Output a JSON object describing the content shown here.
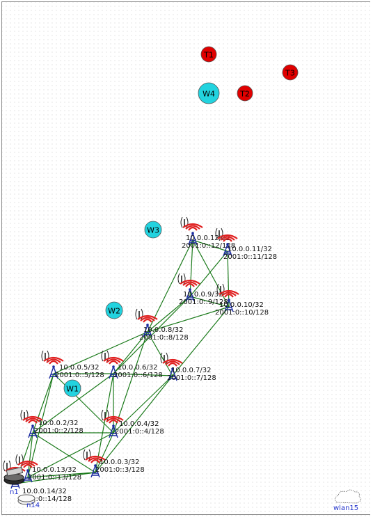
{
  "colors": {
    "link": "#1a7a1a",
    "red_marker": "#e00000",
    "cyan_marker": "#22d3df",
    "wave_red": "#e02020",
    "wave_black": "#222222",
    "tower_blue": "#1a2aa0"
  },
  "markers": [
    {
      "id": "T1",
      "label": "T1",
      "color": "red"
    },
    {
      "id": "T2",
      "label": "T2",
      "color": "red"
    },
    {
      "id": "T3",
      "label": "T3",
      "color": "red"
    },
    {
      "id": "W4",
      "label": "W4",
      "color": "cyan"
    },
    {
      "id": "W3",
      "label": "W3",
      "color": "cyan"
    },
    {
      "id": "W2",
      "label": "W2",
      "color": "cyan"
    },
    {
      "id": "W1",
      "label": "W1",
      "color": "cyan"
    }
  ],
  "nodes": [
    {
      "id": "n12",
      "ipv4": "10.0.0.12/32",
      "ipv6": "2001:0::12/128"
    },
    {
      "id": "n11",
      "ipv4": "10.0.0.11/32",
      "ipv6": "2001:0::11/128"
    },
    {
      "id": "n9",
      "ipv4": "10.0.0.9/32",
      "ipv6": "2001:0::9/128"
    },
    {
      "id": "n10",
      "ipv4": "10.0.0.10/32",
      "ipv6": "2001:0::10/128"
    },
    {
      "id": "n8",
      "ipv4": "10.0.0.8/32",
      "ipv6": "2001:0::8/128"
    },
    {
      "id": "n5",
      "ipv4": "10.0.0.5/32",
      "ipv6": "2001:0::5/128"
    },
    {
      "id": "n6",
      "ipv4": "10.0.0.6/32",
      "ipv6": "2001:0::6/128"
    },
    {
      "id": "n7",
      "ipv4": "10.0.0.7/32",
      "ipv6": "2001:0::7/128"
    },
    {
      "id": "n2",
      "ipv4": "10.0.0.2/32",
      "ipv6": "2001:0::2/128"
    },
    {
      "id": "n4",
      "ipv4": "10.0.0.4/32",
      "ipv6": "2001:0::4/128"
    },
    {
      "id": "n3",
      "ipv4": "10.0.0.3/32",
      "ipv6": "2001:0::3/128"
    },
    {
      "id": "n13",
      "ipv4": "10.0.0.13/32",
      "ipv6": "2001:0::13/128"
    },
    {
      "id": "n14",
      "ipv4": "10.0.0.14/32",
      "ipv6": "2001:0::14/128"
    }
  ],
  "links": [
    [
      "n12",
      "n11"
    ],
    [
      "n12",
      "n9"
    ],
    [
      "n12",
      "n10"
    ],
    [
      "n12",
      "n8"
    ],
    [
      "n11",
      "n9"
    ],
    [
      "n11",
      "n10"
    ],
    [
      "n9",
      "n10"
    ],
    [
      "n9",
      "n8"
    ],
    [
      "n9",
      "n6"
    ],
    [
      "n10",
      "n8"
    ],
    [
      "n10",
      "n7"
    ],
    [
      "n8",
      "n5"
    ],
    [
      "n8",
      "n6"
    ],
    [
      "n8",
      "n7"
    ],
    [
      "n8",
      "n4"
    ],
    [
      "n5",
      "n6"
    ],
    [
      "n5",
      "n2"
    ],
    [
      "n5",
      "n4"
    ],
    [
      "n5",
      "n13"
    ],
    [
      "n6",
      "n7"
    ],
    [
      "n6",
      "n4"
    ],
    [
      "n6",
      "n2"
    ],
    [
      "n6",
      "n3"
    ],
    [
      "n7",
      "n4"
    ],
    [
      "n7",
      "n3"
    ],
    [
      "n2",
      "n4"
    ],
    [
      "n2",
      "n3"
    ],
    [
      "n2",
      "n13"
    ],
    [
      "n2",
      "n14"
    ],
    [
      "n4",
      "n3"
    ],
    [
      "n4",
      "n13"
    ],
    [
      "n3",
      "n13"
    ],
    [
      "n3",
      "n14"
    ],
    [
      "n13",
      "n14"
    ]
  ],
  "hosts": [
    {
      "id": "n1",
      "label": "n1"
    },
    {
      "id": "n14h",
      "label": "n14"
    }
  ],
  "wlan": {
    "label": "wlan15",
    "icon": "cloud-icon"
  }
}
